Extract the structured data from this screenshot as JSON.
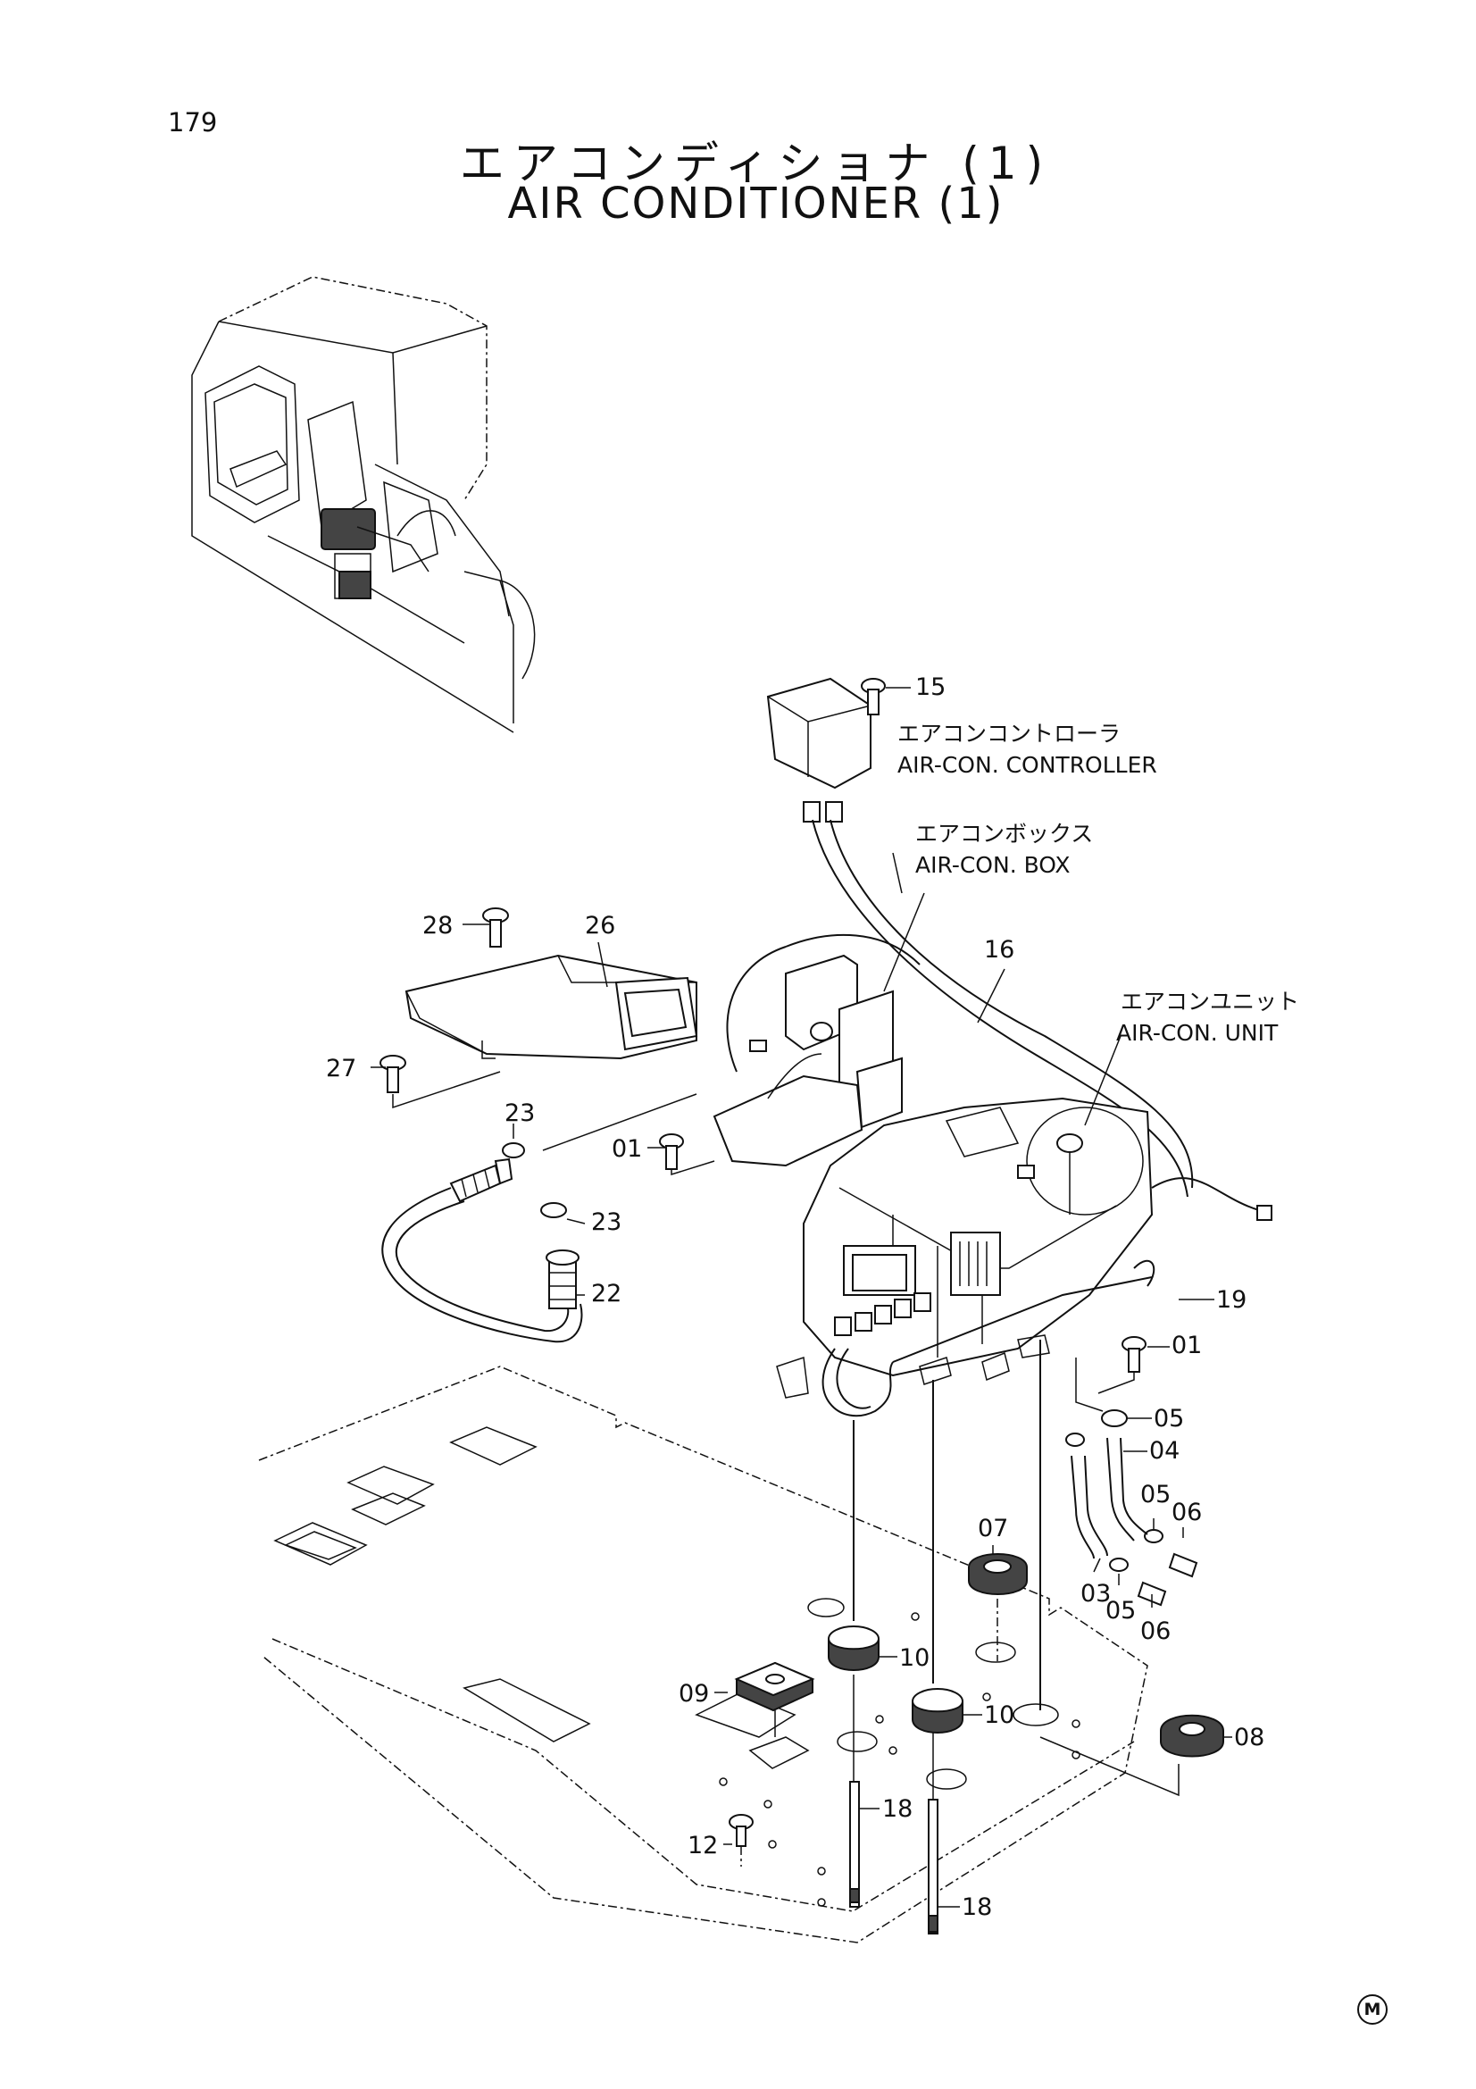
{
  "page": {
    "number": "179"
  },
  "title": {
    "jp": "エアコンディショナ (1)",
    "en": "AIR CONDITIONER (1)"
  },
  "callouts": [
    {
      "text": "15"
    },
    {
      "text": "16"
    },
    {
      "text": "28"
    },
    {
      "text": "26"
    },
    {
      "text": "27"
    },
    {
      "text": "23"
    },
    {
      "text": "01"
    },
    {
      "text": "23"
    },
    {
      "text": "22"
    },
    {
      "text": "19"
    },
    {
      "text": "01"
    },
    {
      "text": "05"
    },
    {
      "text": "04"
    },
    {
      "text": "05"
    },
    {
      "text": "06"
    },
    {
      "text": "07"
    },
    {
      "text": "03"
    },
    {
      "text": "05"
    },
    {
      "text": "06"
    },
    {
      "text": "10"
    },
    {
      "text": "09"
    },
    {
      "text": "10"
    },
    {
      "text": "08"
    },
    {
      "text": "18"
    },
    {
      "text": "12"
    },
    {
      "text": "18"
    }
  ],
  "captions": {
    "controller": {
      "jp": "エアコンコントローラ",
      "en": "AIR-CON. CONTROLLER"
    },
    "box": {
      "jp": "エアコンボックス",
      "en": "AIR-CON. BOX"
    },
    "unit": {
      "jp": "エアコンユニット",
      "en": "AIR-CON. UNIT"
    }
  },
  "footer": {
    "mark": "M"
  }
}
